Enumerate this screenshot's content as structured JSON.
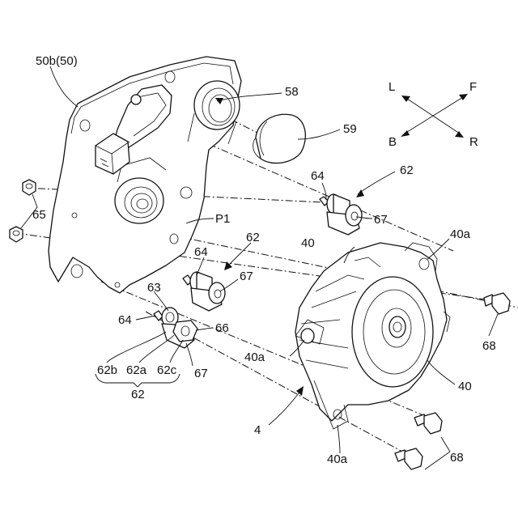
{
  "labels": {
    "l50b": "50b(50)",
    "l58": "58",
    "l59": "59",
    "dirL": "L",
    "dirF": "F",
    "dirB": "B",
    "dirR": "R",
    "l64a": "64",
    "l62a": "62",
    "l65": "65",
    "lP1": "P1",
    "l67a": "67",
    "l62b": "62",
    "l40a": "40",
    "l40aA": "40a",
    "l64b": "64",
    "l67b": "67",
    "l63": "63",
    "l64c": "64",
    "l66": "66",
    "l68a": "68",
    "l40aB": "40a",
    "l62sub_b": "62b",
    "l62sub_a": "62a",
    "l62sub_c": "62c",
    "l67c": "67",
    "l40b": "40",
    "l62c": "62",
    "l4": "4",
    "l68b": "68",
    "l40aC": "40a"
  }
}
